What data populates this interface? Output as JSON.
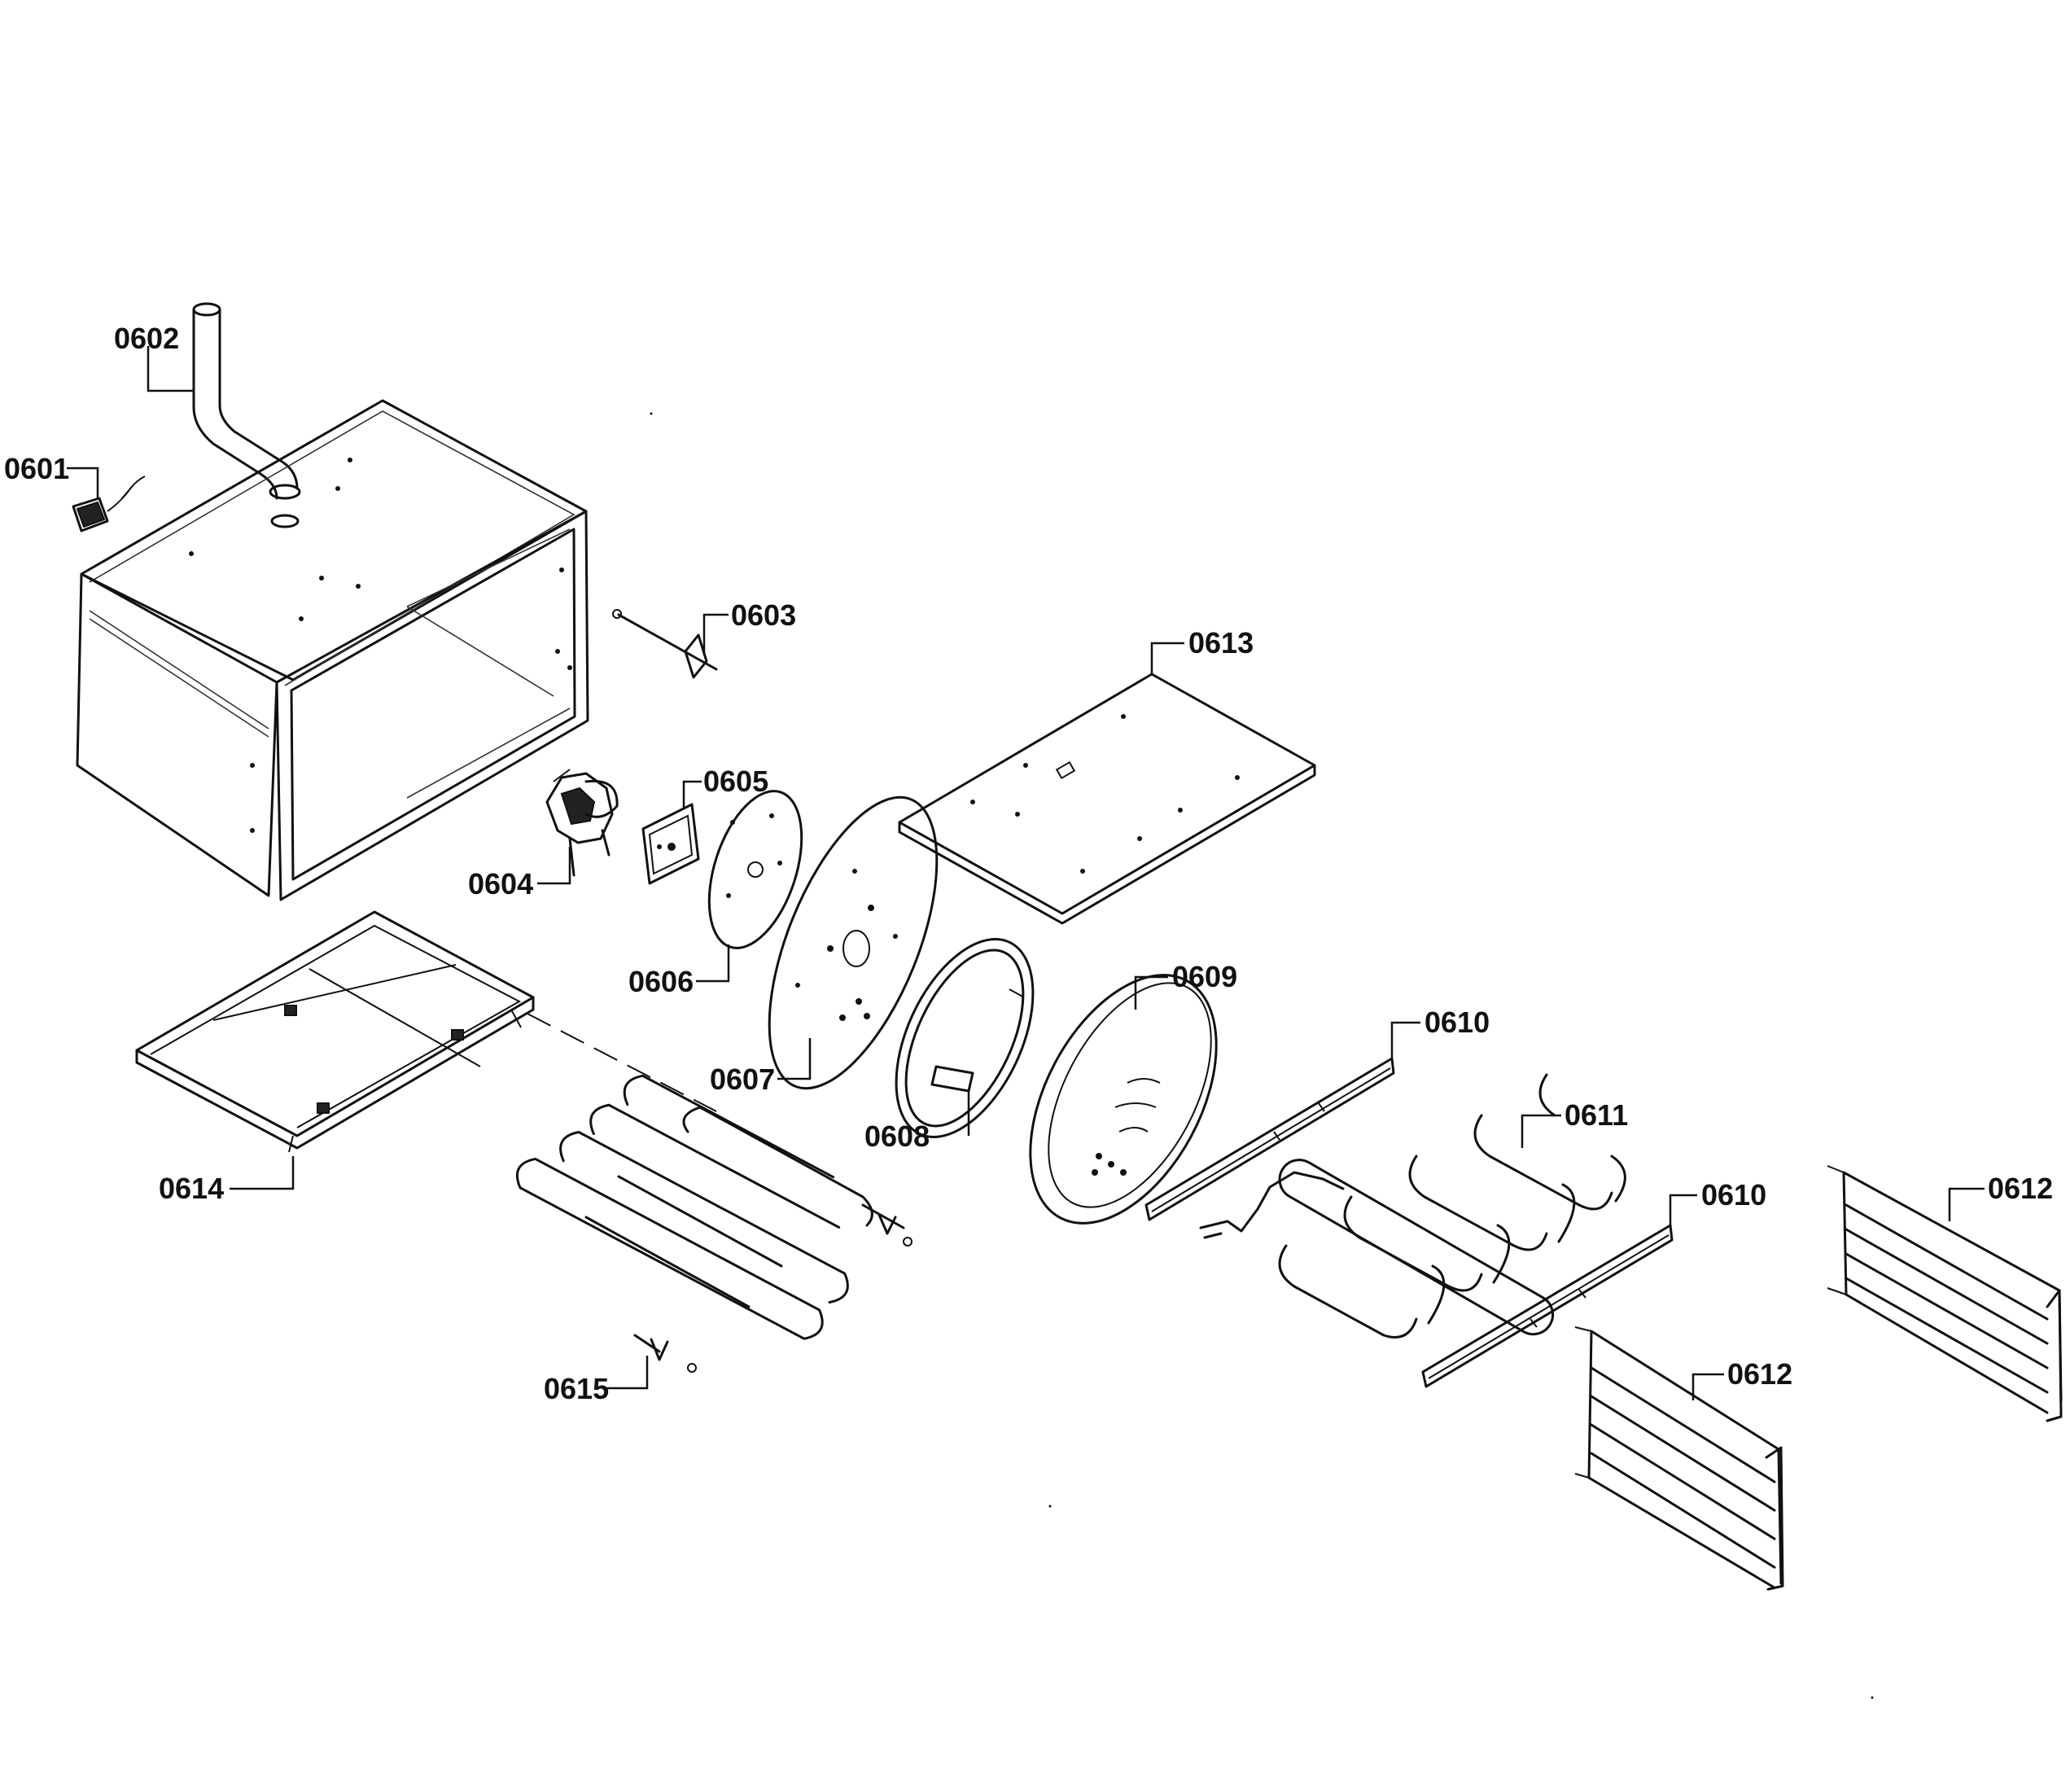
{
  "callouts": [
    {
      "id": "c0601",
      "text": "0601"
    },
    {
      "id": "c0602",
      "text": "0602"
    },
    {
      "id": "c0603",
      "text": "0603"
    },
    {
      "id": "c0604",
      "text": "0604"
    },
    {
      "id": "c0605",
      "text": "0605"
    },
    {
      "id": "c0606",
      "text": "0606"
    },
    {
      "id": "c0607",
      "text": "0607"
    },
    {
      "id": "c0608",
      "text": "0608"
    },
    {
      "id": "c0609",
      "text": "0609"
    },
    {
      "id": "c0610a",
      "text": "0610"
    },
    {
      "id": "c0610b",
      "text": "0610"
    },
    {
      "id": "c0611",
      "text": "0611"
    },
    {
      "id": "c0612a",
      "text": "0612"
    },
    {
      "id": "c0612b",
      "text": "0612"
    },
    {
      "id": "c0613",
      "text": "0613"
    },
    {
      "id": "c0614",
      "text": "0614"
    },
    {
      "id": "c0615",
      "text": "0615"
    }
  ]
}
